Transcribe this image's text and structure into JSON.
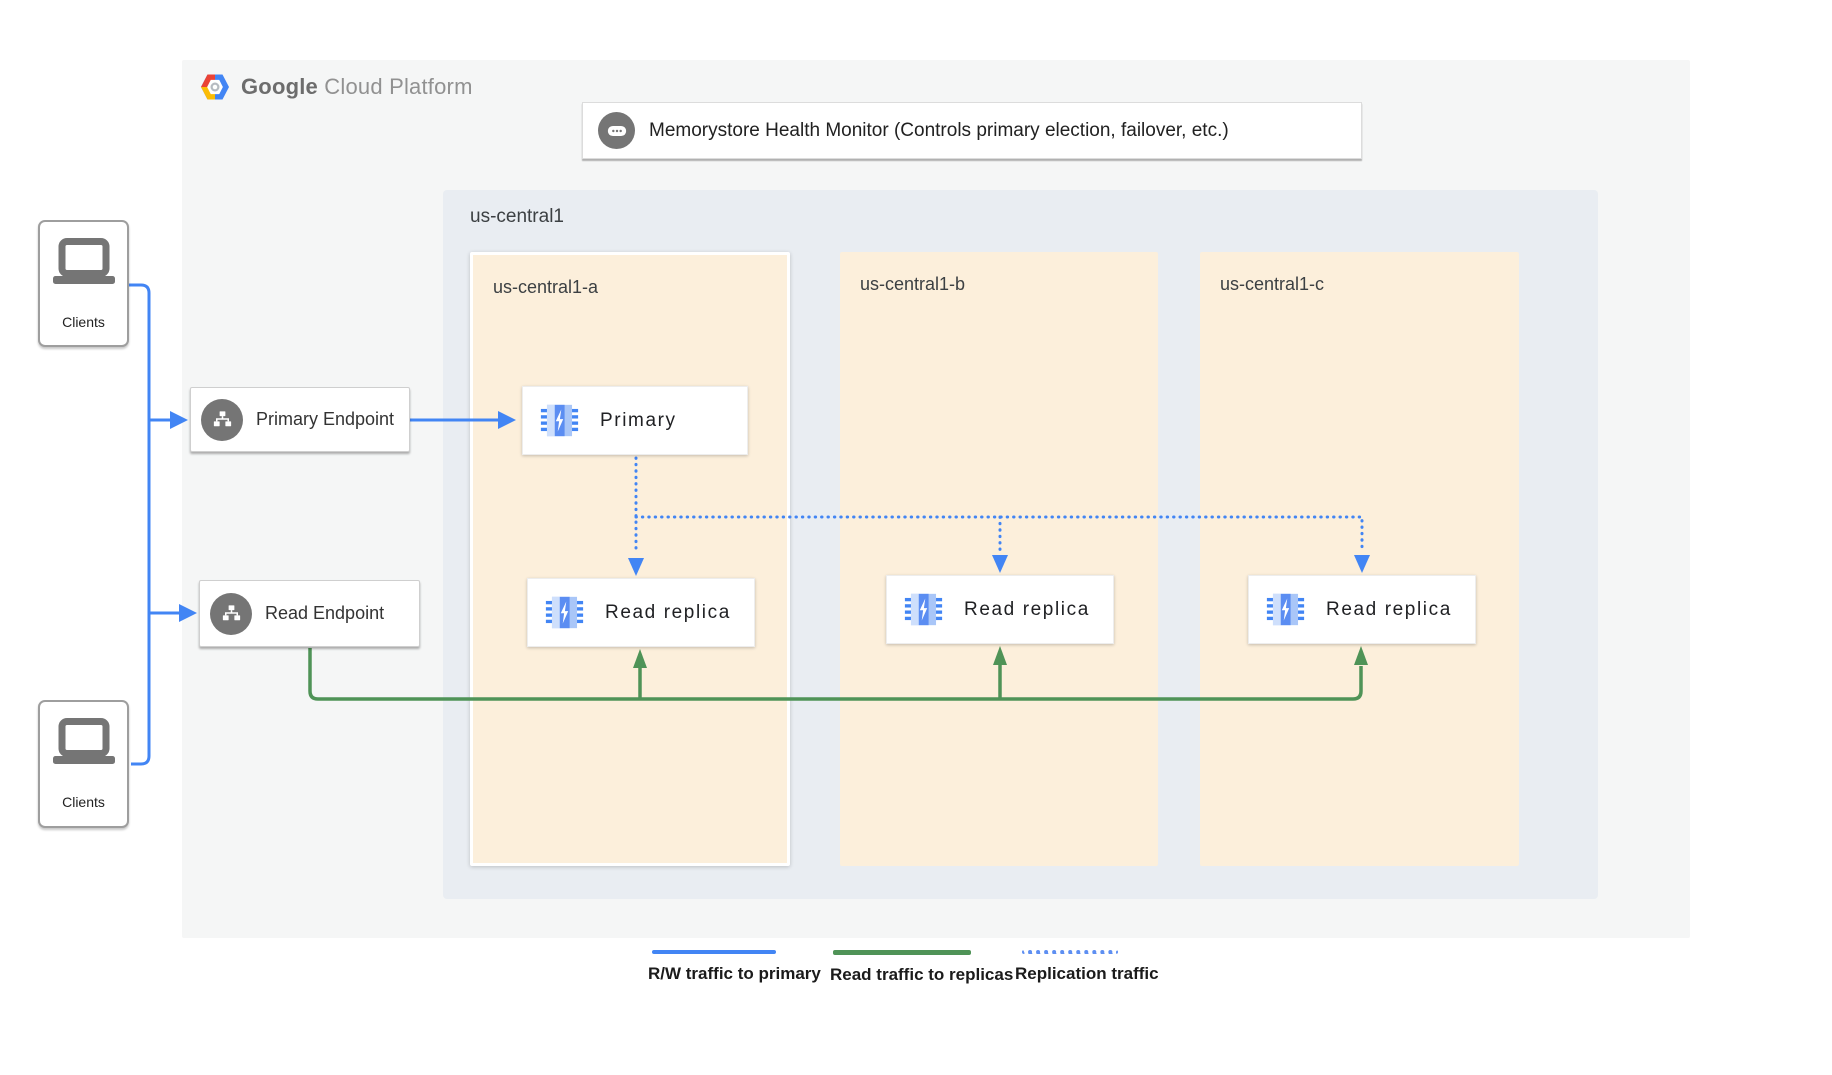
{
  "header": {
    "brand_primary": "Google",
    "brand_secondary": "Cloud Platform"
  },
  "monitor": {
    "label": "Memorystore Health Monitor (Controls primary election, failover, etc.)"
  },
  "region": {
    "label": "us-central1"
  },
  "zones": [
    {
      "label": "us-central1-a",
      "highlighted": true
    },
    {
      "label": "us-central1-b",
      "highlighted": false
    },
    {
      "label": "us-central1-c",
      "highlighted": false
    }
  ],
  "nodes": {
    "primary": {
      "label": "Primary"
    },
    "replica_a": {
      "label": "Read replica"
    },
    "replica_b": {
      "label": "Read replica"
    },
    "replica_c": {
      "label": "Read replica"
    }
  },
  "endpoints": {
    "primary": {
      "label": "Primary Endpoint"
    },
    "read": {
      "label": "Read Endpoint"
    }
  },
  "clients": {
    "top": {
      "label": "Clients"
    },
    "bottom": {
      "label": "Clients"
    }
  },
  "legend": {
    "items": [
      {
        "label": "R/W traffic to primary",
        "line_style": "solid",
        "color": "#4285f4"
      },
      {
        "label": "Read traffic to replicas",
        "line_style": "solid",
        "color": "#4f9357"
      },
      {
        "label": "Replication traffic",
        "line_style": "dotted",
        "color": "#5e8ff2"
      }
    ]
  },
  "colors": {
    "blue_accent": "#4285f4",
    "green_accent": "#4f9357",
    "region_bg": "#e9edf2",
    "zone_bg": "#fcefdb",
    "panel_bg": "#f5f6f6",
    "icon_gray": "#757575"
  }
}
